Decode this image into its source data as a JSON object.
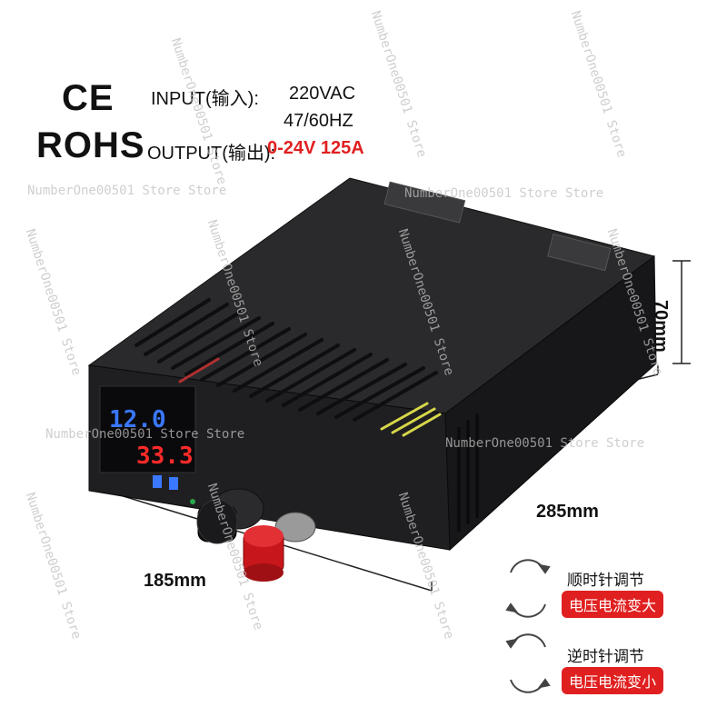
{
  "certifications": {
    "ce": "CE",
    "rohs": "ROHS"
  },
  "specs": {
    "input_label": "INPUT(输入):",
    "input_voltage": "220VAC",
    "input_frequency": "47/60HZ",
    "output_label": "OUTPUT(输出):",
    "output_value": "0-24V 125A"
  },
  "dimensions": {
    "height": "70mm",
    "length": "285mm",
    "width": "185mm"
  },
  "display": {
    "voltage_reading": "12.0",
    "current_reading": "33.3"
  },
  "adjustment": {
    "clockwise_label": "顺时针调节",
    "clockwise_effect": "电压电流变大",
    "counterclockwise_label": "逆时针调节",
    "counterclockwise_effect": "电压电流变小"
  },
  "watermarks": [
    "NumberOne00501 Store",
    "NumberOne00501 Store Store",
    "NumberOne00501 Store Store",
    "NumberOne00501 Store",
    "NumberOne00501 Store",
    "NumberOne00501 Store Store",
    "NumberOne00501 Store Store",
    "NumberOne00501 Store",
    "NumberOne00501 Store",
    "NumberOne00501 Store",
    "NumberOne00501 Store",
    "NumberOne00501 Store",
    "NumberOne00501 Store",
    "NumberOne00501 Store"
  ],
  "colors": {
    "accent_red": "#e02020",
    "housing": "#1c1c1e",
    "display_blue": "#3a78ff",
    "display_red": "#ff2a2a",
    "knob_red": "#c8171c"
  }
}
